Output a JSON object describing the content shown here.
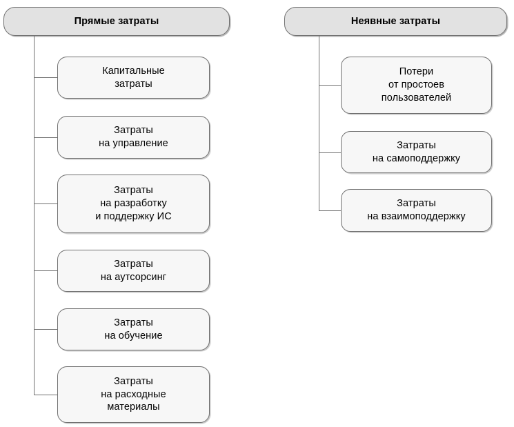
{
  "diagram": {
    "title_implicit": "",
    "colors": {
      "header_fill": "#e2e2e2",
      "child_fill": "#f7f7f7",
      "border": "#6f6f6f",
      "text": "#000000",
      "background": "#ffffff"
    },
    "columns": [
      {
        "id": "direct-costs",
        "header": "Прямые затраты",
        "children": [
          {
            "id": "capital-costs",
            "label": "Капитальные\nзатраты"
          },
          {
            "id": "management-costs",
            "label": "Затраты\nна управление"
          },
          {
            "id": "development-costs",
            "label": "Затраты\nна разработку\nи поддержку ИС"
          },
          {
            "id": "outsourcing-costs",
            "label": "Затраты\nна аутсорсинг"
          },
          {
            "id": "training-costs",
            "label": "Затраты\nна обучение"
          },
          {
            "id": "consumables-costs",
            "label": "Затраты\nна расходные\nматериалы"
          }
        ]
      },
      {
        "id": "implicit-costs",
        "header": "Неявные затраты",
        "children": [
          {
            "id": "user-downtime-losses",
            "label": "Потери\nот простоев\nпользователей"
          },
          {
            "id": "self-support-costs",
            "label": "Затраты\nна самоподдержку"
          },
          {
            "id": "mutual-support-costs",
            "label": "Затраты\nна взаимоподдержку"
          }
        ]
      }
    ]
  }
}
